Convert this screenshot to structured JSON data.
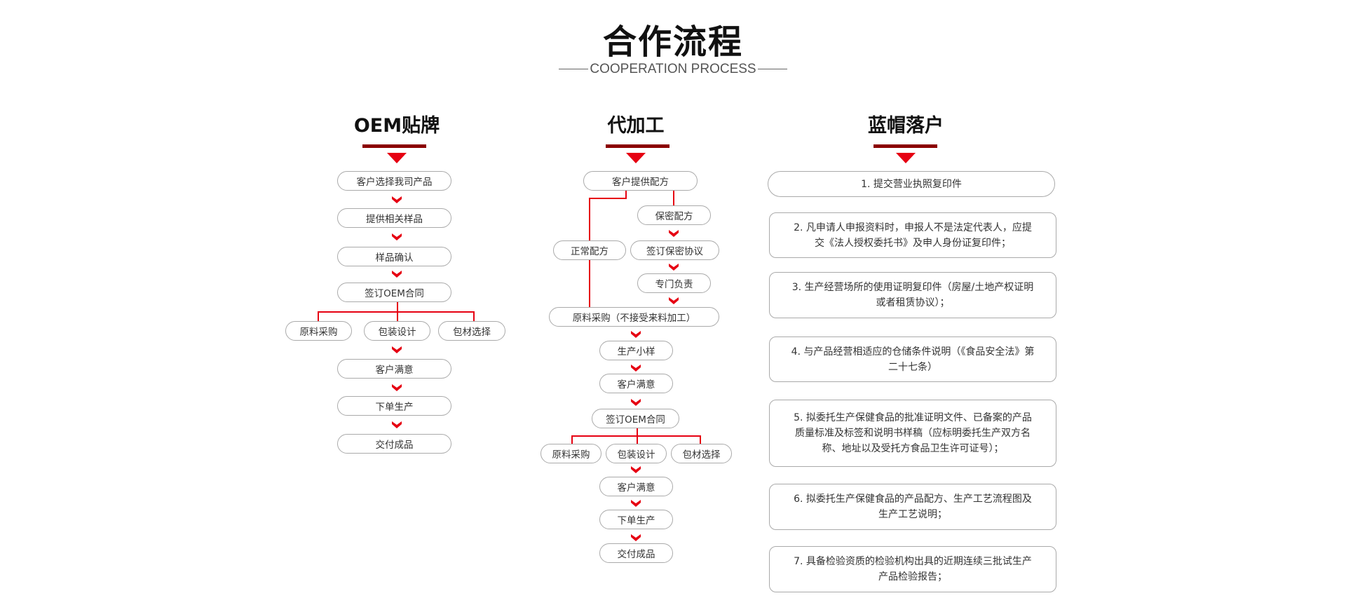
{
  "header": {
    "title": "合作流程",
    "subtitle": "COOPERATION PROCESS"
  },
  "colors": {
    "accent": "#e60012",
    "underline": "#8b0000"
  },
  "oem": {
    "title": "OEM贴牌",
    "steps": [
      "客户选择我司产品",
      "提供相关样品",
      "样品确认",
      "签订OEM合同"
    ],
    "branches": [
      "原料采购",
      "包装设计",
      "包材选择"
    ],
    "after": [
      "客户满意",
      "下单生产",
      "交付成品"
    ]
  },
  "processing": {
    "title": "代加工",
    "start": "客户提供配方",
    "normal": "正常配方",
    "secret": [
      "保密配方",
      "签订保密协议",
      "专门负责"
    ],
    "merge": "原料采购（不接受来料加工）",
    "steps": [
      "生产小样",
      "客户满意",
      "签订OEM合同"
    ],
    "branches": [
      "原料采购",
      "包装设计",
      "包材选择"
    ],
    "after": [
      "客户满意",
      "下单生产",
      "交付成品"
    ]
  },
  "bluehat": {
    "title": "蓝帽落户",
    "items": [
      "1. 提交营业执照复印件",
      "2. 凡申请人申报资料时，申报人不是法定代表人，应提交《法人授权委托书》及申人身份证复印件；",
      "3. 生产经营场所的使用证明复印件（房屋/土地产权证明或者租赁协议）；",
      "4. 与产品经营相适应的仓储条件说明（《食品安全法》第二十七条）",
      "5. 拟委托生产保健食品的批准证明文件、已备案的产品质量标准及标签和说明书样稿（应标明委托生产双方名称、地址以及受托方食品卫生许可证号）；",
      "6. 拟委托生产保健食品的产品配方、生产工艺流程图及生产工艺说明；",
      "7. 具备检验资质的检验机构出具的近期连续三批试生产产品检验报告；"
    ]
  }
}
